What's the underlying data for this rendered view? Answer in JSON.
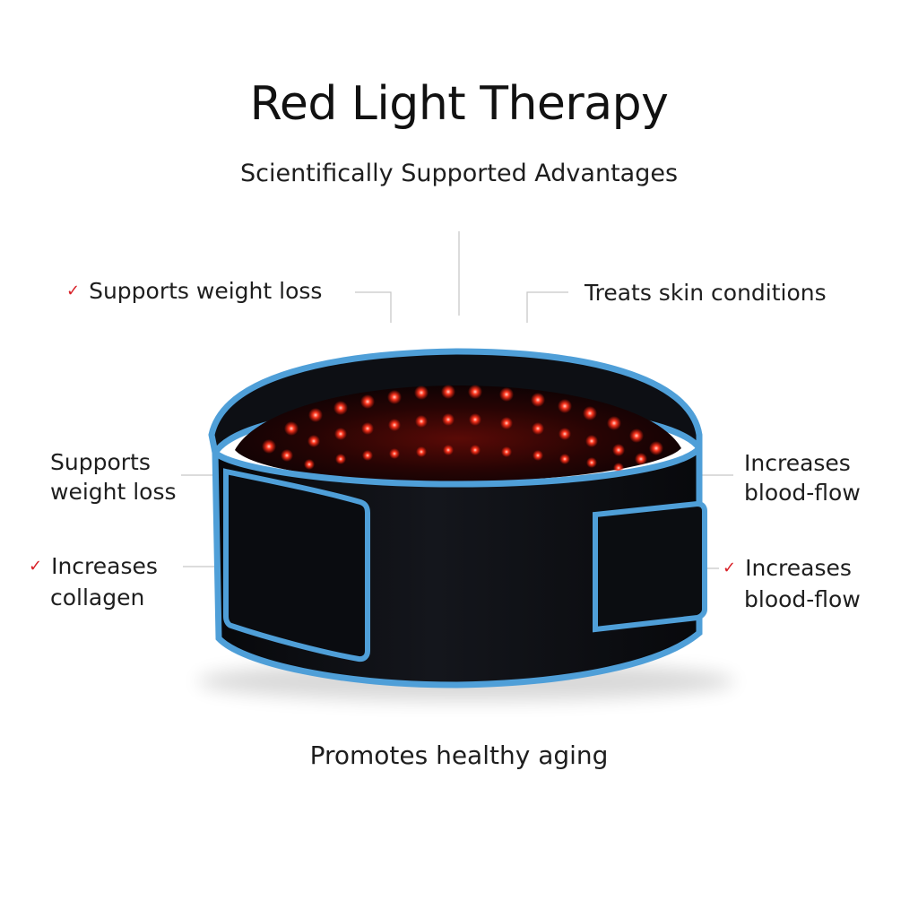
{
  "title": "Red Light Therapy",
  "subtitle": "Scientifically Supported Advantages",
  "benefits": {
    "top_left": {
      "text": "Supports weight loss",
      "check": "✓"
    },
    "top_right": {
      "text": "Treats skin conditions"
    },
    "mid_left": {
      "line1": "Supports",
      "line2": "weight loss"
    },
    "mid_right": {
      "line1": "Increases",
      "line2": "blood-flow"
    },
    "low_left": {
      "line1": "Increases",
      "line2": "collagen",
      "check": "✓"
    },
    "low_right": {
      "line1": "Increases",
      "line2": "blood-flow",
      "check": "✓"
    }
  },
  "bottom_caption": "Promotes healthy aging",
  "colors": {
    "belt_body": "#0d0f14",
    "belt_trim": "#4f9fd8",
    "led": "#ff2a1a",
    "check": "#d81f26"
  },
  "product": {
    "icon": "led-therapy-belt-image"
  }
}
